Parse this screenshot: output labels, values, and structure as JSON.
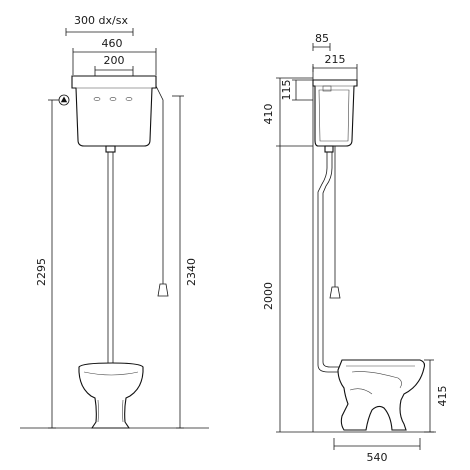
{
  "front_view": {
    "dim_cistern_offset": "300 dx/sx",
    "dim_cistern_width": "460",
    "dim_cistern_inner": "200",
    "dim_total_height": "2295",
    "dim_overall_height": "2340"
  },
  "side_view": {
    "dim_top_gap": "85",
    "dim_cistern_depth": "215",
    "dim_cistern_top": "115",
    "dim_cistern_height": "410",
    "dim_mount_height": "2000",
    "dim_bowl_height": "415",
    "dim_bowl_depth": "540"
  },
  "icons": {
    "warning": "warning-triangle-icon"
  }
}
